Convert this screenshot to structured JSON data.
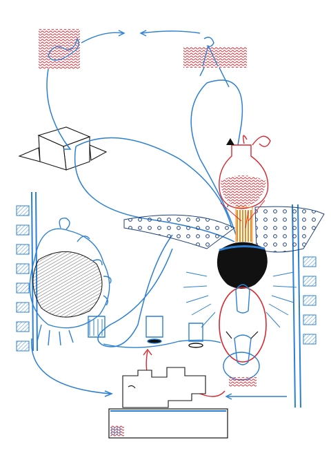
{
  "palette": {
    "blue": "#2a7fd4",
    "red": "#d8262e",
    "orange": "#f08a1c",
    "black": "#111111",
    "paper": "#ffffff"
  },
  "icons": [
    "red-hatched-block-top-left",
    "red-hatched-block-top-right",
    "folded-paper-form",
    "red-flask-with-handles",
    "black-insect-body",
    "hatched-turtle-creature",
    "left-blue-ruler",
    "right-blue-ruler",
    "blue-connection-loop",
    "bottom-machine",
    "bottom-white-panel"
  ]
}
